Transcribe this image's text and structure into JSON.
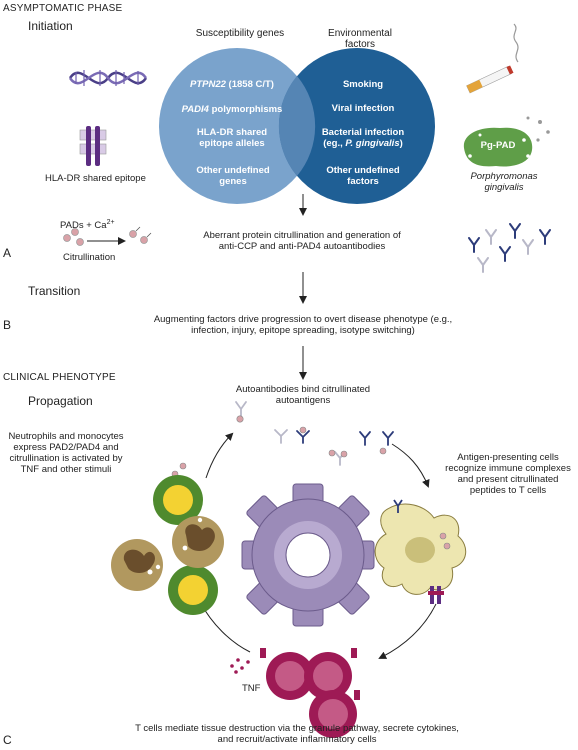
{
  "section_asymptomatic": "ASYMPTOMATIC PHASE",
  "section_clinical": "CLINICAL PHENOTYPE",
  "label_initiation": "Initiation",
  "label_transition": "Transition",
  "label_propagation": "Propagation",
  "panel_a": "A",
  "panel_b": "B",
  "panel_c": "C",
  "susceptibility_title": "Susceptibility genes",
  "environmental_title": "Environmental factors",
  "genes": {
    "ptpn22_gene": "PTPN22",
    "ptpn22_variant": " (1858 C/T)",
    "padi4_gene": "PADI4",
    "padi4_rest": " polymorphisms",
    "hla": "HLA-DR shared epitope alleles",
    "other": "Other undefined genes"
  },
  "env": {
    "smoking": "Smoking",
    "viral": "Viral infection",
    "bacterial_line1": "Bacterial infection",
    "bacterial_prefix": "(eg., ",
    "bacterial_species": "P. gingivalis",
    "bacterial_suffix": ")",
    "other": "Other undefined factors"
  },
  "hla_epitope_label": "HLA-DR shared epitope",
  "pg_pad_label": "Pg-PAD",
  "porphyromonas_label": "Porphyromonas gingivalis",
  "pads_label": "PADs + Ca",
  "pads_superscript": "2+",
  "citrullination_label": "Citrullination",
  "aberrant_text": "Aberrant protein citrullination and generation of anti-CCP and anti-PAD4 autoantibodies",
  "augmenting_text": "Augmenting factors drive progression to overt disease phenotype (e.g., infection, injury, epitope spreading, isotype switching)",
  "autoantibodies_text": "Autoantibodies bind citrullinated autoantigens",
  "neutrophils_text": "Neutrophils and monocytes express PAD2/PAD4 and citrullination is activated by TNF and other stimuli",
  "apc_text": "Antigen-presenting cells recognize immune complexes and present citrullinated peptides to T cells",
  "tnf_label": "TNF",
  "tcells_text": "T cells mediate tissue destruction via the granule pathway, secrete cytokines, and recruit/activate inflammatory cells",
  "colors": {
    "genes_circle": "#7aa3cc",
    "env_circle": "#1f5f95",
    "gear": "#9b8bb8",
    "tcell": "#9e1a55",
    "apc": "#ede6b0",
    "neutrophil_ring": "#4f8a2e",
    "neutrophil_core": "#f3d232",
    "monocyte_body": "#b1985f",
    "pg_bacterium": "#5f9e48",
    "antibody": "#2d3c7a"
  }
}
